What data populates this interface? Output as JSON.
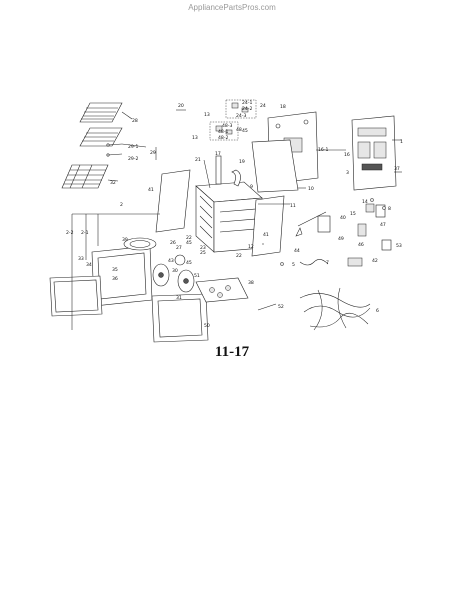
{
  "watermark": "AppliancePartsPros.com",
  "page_number": "11-17",
  "part_labels": [
    "1",
    "2",
    "2-1",
    "2-2",
    "3",
    "5",
    "6",
    "7",
    "8",
    "9",
    "10",
    "11",
    "12",
    "13",
    "13",
    "14",
    "15",
    "16",
    "16-1",
    "17",
    "18",
    "19",
    "20",
    "21",
    "22",
    "22",
    "23",
    "24",
    "24-1",
    "24-2",
    "24-3",
    "25",
    "26",
    "27",
    "28",
    "29",
    "29-1",
    "29-2",
    "30",
    "31",
    "32",
    "33",
    "34",
    "35",
    "36",
    "37",
    "38",
    "39",
    "40",
    "41",
    "41",
    "42",
    "43",
    "44",
    "45",
    "45",
    "45",
    "46",
    "47",
    "48",
    "48-1",
    "48-2",
    "48-3",
    "49",
    "50",
    "51",
    "52",
    "53"
  ]
}
